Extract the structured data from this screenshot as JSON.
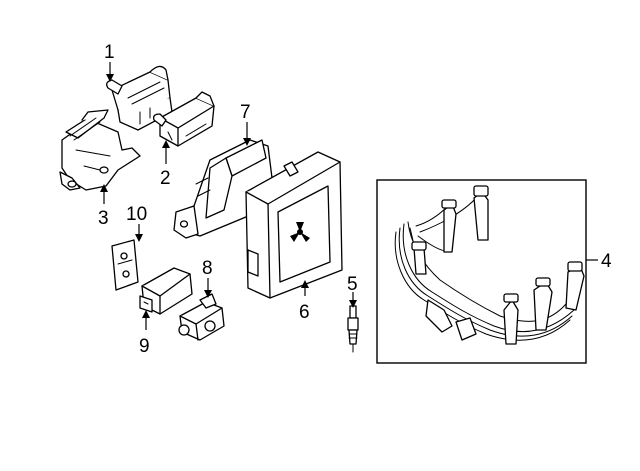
{
  "diagram": {
    "callouts": [
      {
        "id": "1",
        "label": "1"
      },
      {
        "id": "2",
        "label": "2"
      },
      {
        "id": "3",
        "label": "3"
      },
      {
        "id": "4",
        "label": "4"
      },
      {
        "id": "5",
        "label": "5"
      },
      {
        "id": "6",
        "label": "6"
      },
      {
        "id": "7",
        "label": "7"
      },
      {
        "id": "8",
        "label": "8"
      },
      {
        "id": "9",
        "label": "9"
      },
      {
        "id": "10",
        "label": "10"
      }
    ],
    "parts": [
      {
        "callout": "1",
        "icon": "ignition-coil-icon"
      },
      {
        "callout": "2",
        "icon": "ignition-coil-icon"
      },
      {
        "callout": "3",
        "icon": "ignition-module-icon"
      },
      {
        "callout": "4",
        "icon": "spark-plug-wire-set-icon"
      },
      {
        "callout": "5",
        "icon": "spark-plug-icon"
      },
      {
        "callout": "6",
        "icon": "ecm-icon"
      },
      {
        "callout": "7",
        "icon": "bracket-icon"
      },
      {
        "callout": "8",
        "icon": "connector-icon"
      },
      {
        "callout": "9",
        "icon": "relay-icon"
      },
      {
        "callout": "10",
        "icon": "plate-icon"
      }
    ]
  }
}
